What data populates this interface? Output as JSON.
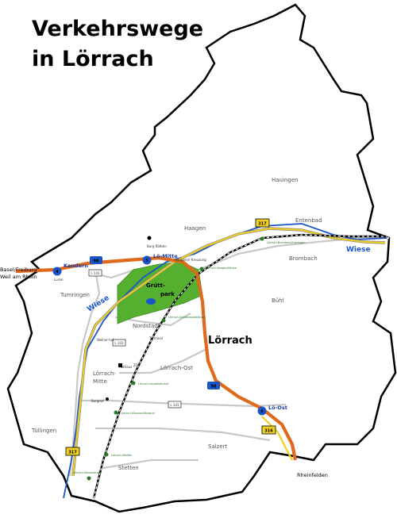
{
  "title": {
    "line1": "Verkehrswege",
    "line2": "in Lörrach"
  },
  "city_name": "Lörrach",
  "districts": {
    "hauingen": "Hauingen",
    "haagen": "Haagen",
    "entenbad": "Entenbad",
    "brombach": "Brombach",
    "buehl": "Bühl",
    "tumringen": "Tumringen",
    "nordstadt": "Nordstadt",
    "loerrach_mitte_1": "Lörrach-",
    "loerrach_mitte_2": "Mitte",
    "loerrach_ost": "Lörrach-Ost",
    "tuellingen": "Tüllingen",
    "salzert": "Salzert",
    "stetten": "Stetten"
  },
  "external_destinations": {
    "basel_1": "Basel/Freiburg",
    "basel_2": "Weil am Rhein",
    "rheinfelden": "Rheinfelden"
  },
  "motorway": {
    "number": "98",
    "color": "#e06a1c",
    "exits": [
      {
        "num": "4",
        "name": "Kandern"
      },
      {
        "num": "5",
        "name": "Lö-Mitte"
      },
      {
        "num": "6",
        "name": "Lö-Ost"
      }
    ]
  },
  "roads": {
    "l141": "L 141",
    "b317": "317",
    "b316": "316"
  },
  "rivers": {
    "wiese": "Wiese"
  },
  "park": {
    "line1": "Grütt-",
    "line2": "park"
  },
  "landmarks": {
    "burg": "Burg Rötteln",
    "rathaus": "Rathaus",
    "burghof": "Burghof",
    "zob": "ZOB",
    "lucke": "Lucke",
    "haagen_kreuzung": "Haagener Kreuzung",
    "weiher": "Weiher-hof",
    "terminal": "Terminal",
    "terminal_2": "Lörrach-Hauptbahnhof"
  },
  "stations": {
    "brombach_hauingen": "Lörrach-Brombach/Hauingen",
    "haagen_messe": "Lörrach-Haagen/Messe",
    "schwarzwaldstr": "Lörrach-Schwarzwaldstraße",
    "museum": "Lörrach-Museum/Burghof",
    "stetten": "Lörrach-Stetten",
    "dammstr": "Lörrach-Dammstraße",
    "hbf": "Lörrach-Hauptbahnhof"
  },
  "colors": {
    "border": "#000000",
    "motorway": "#e06a1c",
    "federal_road": "#f0d020",
    "river": "#1a55c8",
    "park": "#55b030",
    "rail": "#000000",
    "road": "#cccccc"
  }
}
